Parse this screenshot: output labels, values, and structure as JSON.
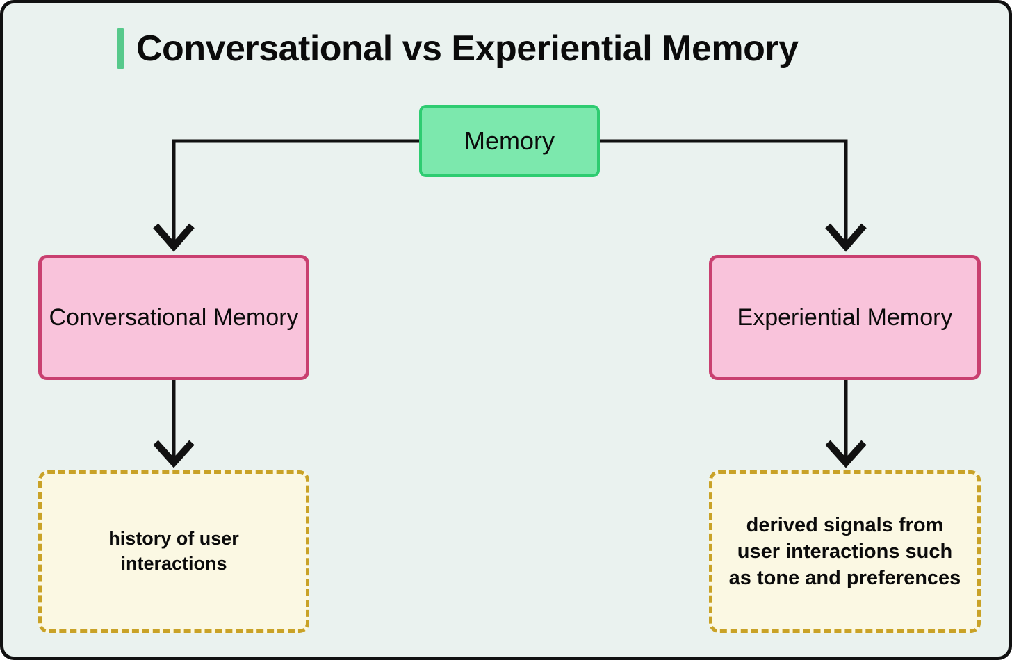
{
  "page": {
    "background_color": "#EAF2EF",
    "border_color": "#111111"
  },
  "title": {
    "text": "Conversational vs Experiential Memory",
    "accent_color": "#57C98B"
  },
  "diagram": {
    "type": "tree",
    "nodes": [
      {
        "id": "memory",
        "label": "Memory",
        "role": "root",
        "fill": "#7CE8AD",
        "stroke": "#2ECC71",
        "style": "solid"
      },
      {
        "id": "conversational",
        "label": "Conversational Memory",
        "role": "branch",
        "fill": "#F9C3DB",
        "stroke": "#C94070",
        "style": "solid"
      },
      {
        "id": "experiential",
        "label": "Experiential Memory",
        "role": "branch",
        "fill": "#F9C3DB",
        "stroke": "#C94070",
        "style": "solid"
      },
      {
        "id": "history",
        "label": "history of user interactions",
        "role": "leaf",
        "fill": "#FBF8E3",
        "stroke": "#C9A227",
        "style": "dashed"
      },
      {
        "id": "derived",
        "label": "derived signals from user interactions such as tone and preferences",
        "role": "leaf",
        "fill": "#FBF8E3",
        "stroke": "#C9A227",
        "style": "dashed"
      }
    ],
    "edges": [
      {
        "from": "memory",
        "to": "conversational",
        "arrow": "open",
        "color": "#111111"
      },
      {
        "from": "memory",
        "to": "experiential",
        "arrow": "open",
        "color": "#111111"
      },
      {
        "from": "conversational",
        "to": "history",
        "arrow": "open",
        "color": "#111111"
      },
      {
        "from": "experiential",
        "to": "derived",
        "arrow": "open",
        "color": "#111111"
      }
    ]
  }
}
